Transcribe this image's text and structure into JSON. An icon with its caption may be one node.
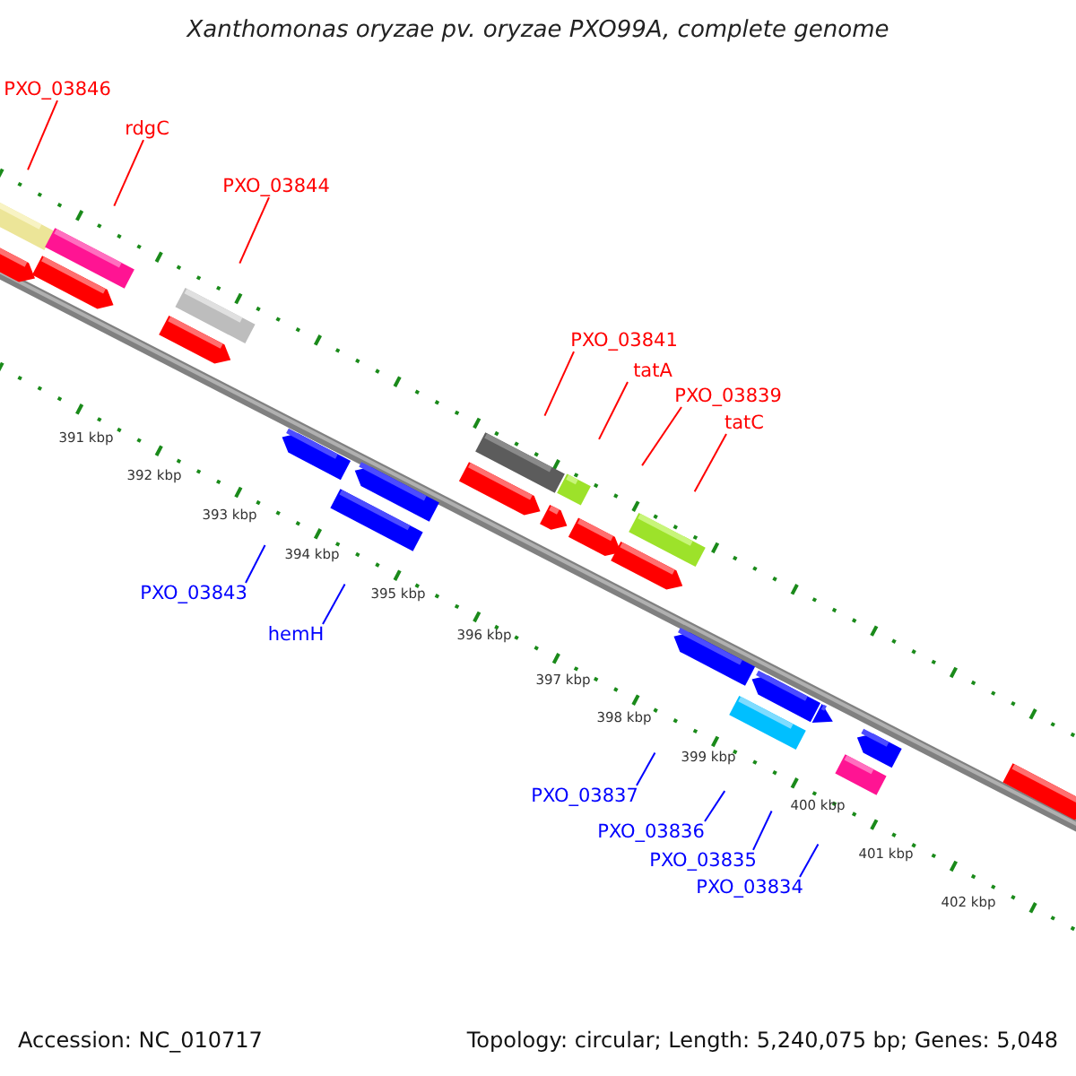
{
  "diagram": {
    "title": "Xanthomonas oryzae pv. oryzae PXO99A, complete genome",
    "nodes": [
      {
        "text": [
          "PXO_03846"
        ]
      },
      {
        "text": [
          "rdgC"
        ]
      },
      {
        "text": [
          "PXO_03844"
        ]
      },
      {
        "text": [
          "PXO_03841"
        ]
      },
      {
        "text": [
          "tatA"
        ]
      },
      {
        "text": [
          "PXO_03839"
        ]
      },
      {
        "text": [
          "tatC"
        ]
      },
      {
        "text": [
          "PXO_03843"
        ]
      },
      {
        "text": [
          "hemH"
        ]
      },
      {
        "text": [
          "PXO_03837"
        ]
      },
      {
        "text": [
          "PXO_03836"
        ]
      },
      {
        "text": [
          "PXO_03835"
        ]
      },
      {
        "text": [
          "PXO_03834"
        ]
      }
    ],
    "edges": [
      {
        "from": 0,
        "to": null,
        "arrow": "none"
      },
      {
        "from": 1,
        "to": null,
        "arrow": "none"
      },
      {
        "from": 2,
        "to": null,
        "arrow": "none"
      },
      {
        "from": 3,
        "to": null,
        "arrow": "none"
      },
      {
        "from": 4,
        "to": null,
        "arrow": "none"
      },
      {
        "from": 5,
        "to": null,
        "arrow": "none"
      },
      {
        "from": 6,
        "to": null,
        "arrow": "none"
      },
      {
        "from": 7,
        "to": null,
        "arrow": "none",
        "color": "#0000ff"
      },
      {
        "from": 8,
        "to": null,
        "arrow": "none",
        "color": "#0000ff"
      },
      {
        "from": 9,
        "to": null,
        "arrow": "none",
        "color": "#0000ff"
      },
      {
        "from": 10,
        "to": null,
        "arrow": "none",
        "color": "#0000ff"
      },
      {
        "from": 11,
        "to": null,
        "arrow": "none",
        "color": "#0000ff"
      },
      {
        "from": 12,
        "to": null,
        "arrow": "none",
        "color": "#0000ff"
      }
    ],
    "labels": [
      "391 kbp",
      "392 kbp",
      "393 kbp",
      "394 kbp",
      "395 kbp",
      "396 kbp",
      "397 kbp",
      "398 kbp",
      "399 kbp",
      "400 kbp",
      "401 kbp",
      "402 kbp",
      "Accession: NC_010717",
      "Topology: circular; Length: 5,240,075 bp; Genes: 5,048"
    ]
  }
}
